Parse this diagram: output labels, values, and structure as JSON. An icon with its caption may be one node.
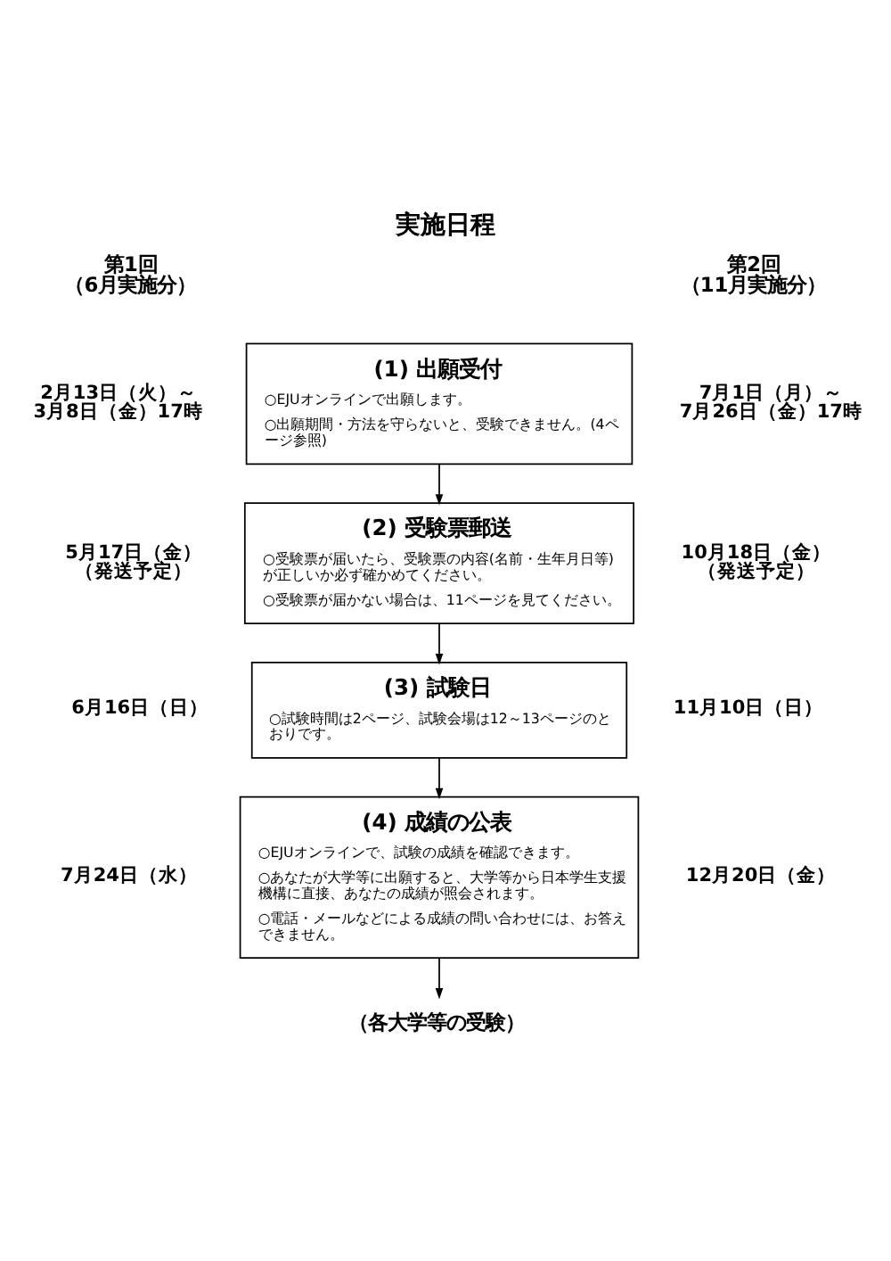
{
  "diagram": {
    "title": "実施日程",
    "nodes": [
      {
        "text": [
          "(1) 出願受付",
          "○EJUオンラインで出願します。",
          "○出願期間・方法を守らないと、受験できません。(4ページ参照)"
        ],
        "beside": [
          "2月13日（火）～",
          "3月8日（金）17時",
          "7月1日（月）～",
          "7月26日（金）17時"
        ]
      },
      {
        "text": [
          "(2) 受験票郵送",
          "○受験票が届いたら、受験票の内容(名前・生年月日等)が正しいか必ず確かめてください。",
          "○受験票が届かない場合は、11ページを見てください。"
        ],
        "beside": [
          "5月17日（金）",
          "（発送予定）",
          "10月18日（金）",
          "（発送予定）"
        ]
      },
      {
        "text": [
          "(3) 試験日",
          "○試験時間は2ページ、試験会場は12～13ページのとおりです。"
        ],
        "beside": [
          "6月16日（日）",
          "11月10日（日）"
        ]
      },
      {
        "text": [
          "(4) 成績の公表",
          "○EJUオンラインで、試験の成績を確認できます。",
          "○あなたが大学等に出願すると、大学等から日本学生支援機構に直接、あなたの成績が照会されます。",
          "○電話・メールなどによる成績の問い合わせには、お答えできません。"
        ],
        "beside": [
          "7月24日（水）",
          "12月20日（金）"
        ]
      },
      {
        "text": [
          "（各大学等の受験）"
        ]
      }
    ],
    "edges": [
      {
        "from": 0,
        "to": 1,
        "arrow": "to"
      },
      {
        "from": 1,
        "to": 2,
        "arrow": "to"
      },
      {
        "from": 2,
        "to": 3,
        "arrow": "to"
      },
      {
        "from": 3,
        "to": 4,
        "arrow": "to"
      }
    ],
    "labels": [
      "第1回",
      "（6月実施分）",
      "第2回",
      "（11月実施分）"
    ]
  }
}
